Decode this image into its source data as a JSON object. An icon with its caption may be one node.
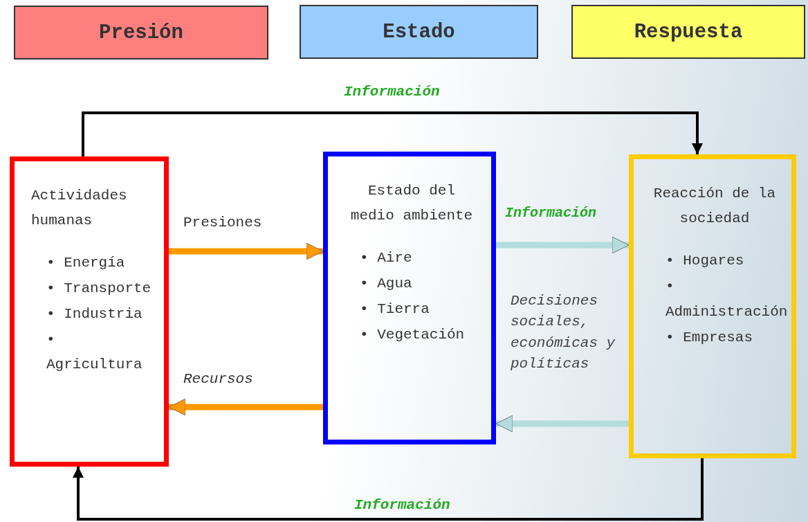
{
  "diagram": {
    "nodes": [
      {
        "text": [
          "Presión"
        ]
      },
      {
        "text": [
          "Estado"
        ]
      },
      {
        "text": [
          "Respuesta"
        ]
      },
      {
        "text": [
          "Actividades humanas",
          "• Energía",
          "• Transporte",
          "• Industria",
          "• Agricultura"
        ]
      },
      {
        "text": [
          "Estado del medio ambiente",
          "• Aire",
          "• Agua",
          "• Tierra",
          "• Vegetación"
        ]
      },
      {
        "text": [
          "Reacción de la sociedad",
          "• Hogares",
          "• Administración",
          "• Empresas"
        ]
      }
    ],
    "edges": [
      {
        "from": 3,
        "to": 5,
        "arrow": "to",
        "label": "Información"
      },
      {
        "from": 5,
        "to": 3,
        "arrow": "to",
        "label": "Información"
      },
      {
        "from": 3,
        "to": 4,
        "arrow": "to",
        "label": "Presiones",
        "color": "#ff9900"
      },
      {
        "from": 4,
        "to": 3,
        "arrow": "to",
        "label": "Recursos",
        "color": "#ff9900"
      },
      {
        "from": 4,
        "to": 5,
        "arrow": "to",
        "label": "Información",
        "color": "#b4dcdc"
      },
      {
        "from": 5,
        "to": 4,
        "arrow": "to",
        "label": "Decisiones sociales, económicas y políticas",
        "color": "#b4dcdc"
      }
    ]
  }
}
